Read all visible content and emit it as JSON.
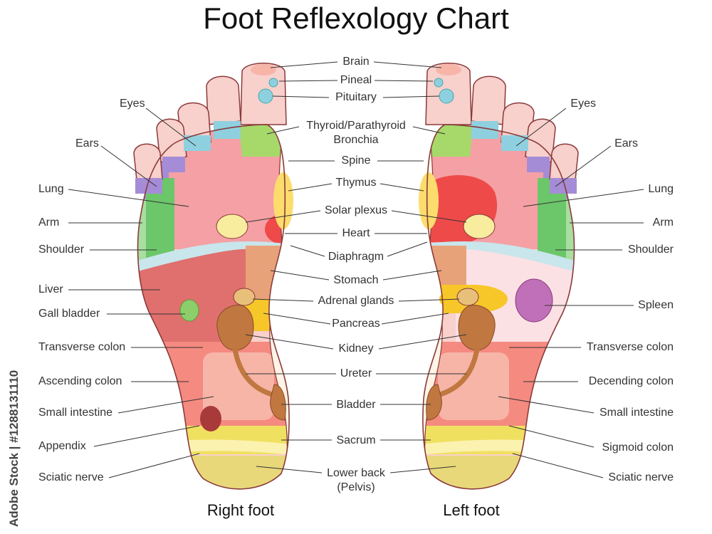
{
  "title": "Foot Reflexology Chart",
  "center_labels": {
    "brain": "Brain",
    "pineal": "Pineal",
    "pituitary": "Pituitary",
    "thyroid": "Thyroid/Parathyroid",
    "bronchia": "Bronchia",
    "spine": "Spine",
    "thymus": "Thymus",
    "solar": "Solar plexus",
    "heart": "Heart",
    "diaphragm": "Diaphragm",
    "stomach": "Stomach",
    "adrenal": "Adrenal glands",
    "pancreas": "Pancreas",
    "kidney": "Kidney",
    "ureter": "Ureter",
    "bladder": "Bladder",
    "sacrum": "Sacrum",
    "lowerback": "Lower back",
    "pelvis": "(Pelvis)"
  },
  "left_labels": {
    "eyes": "Eyes",
    "ears": "Ears",
    "lung": "Lung",
    "arm": "Arm",
    "shoulder": "Shoulder",
    "liver": "Liver",
    "gall": "Gall bladder",
    "transverse": "Transverse colon",
    "ascending": "Ascending colon",
    "small": "Small intestine",
    "appendix": "Appendix",
    "sciatic": "Sciatic nerve"
  },
  "right_labels": {
    "eyes": "Eyes",
    "ears": "Ears",
    "lung": "Lung",
    "arm": "Arm",
    "shoulder": "Shoulder",
    "spleen": "Spleen",
    "transverse": "Transverse colon",
    "descending": "Decending colon",
    "small": "Small intestine",
    "sigmoid": "Sigmoid colon",
    "sciatic": "Sciatic nerve"
  },
  "feet": {
    "right": "Right foot",
    "left": "Left foot"
  },
  "watermark": "Adobe Stock | #1288131110",
  "colors": {
    "outline": "#8a3a3a",
    "toe": "#f8d0cc",
    "lung": "#f4a0a4",
    "heart": "#ee4a4a",
    "liver": "#e0706e",
    "sinus_blue": "#8fd0e0",
    "thyroid": "#a6d96a",
    "ears": "#a58cd6",
    "arm": "#a8dea0",
    "shoulder": "#6cc66a",
    "stomach": "#e8a27a",
    "adrenal": "#e8c07a",
    "kidney": "#c07840",
    "pancreas": "#f7c72a",
    "colon": "#f58a80",
    "small_intestine": "#f7b5a8",
    "appendix": "#a83a3a",
    "sacrum": "#f0e060",
    "lower_back": "#e8d87a",
    "spleen": "#c070b8",
    "spine": "#fff4e6",
    "solar": "#f8ec9e",
    "thymus": "#fcdc6c",
    "diaphragm": "#c8e6ec"
  }
}
